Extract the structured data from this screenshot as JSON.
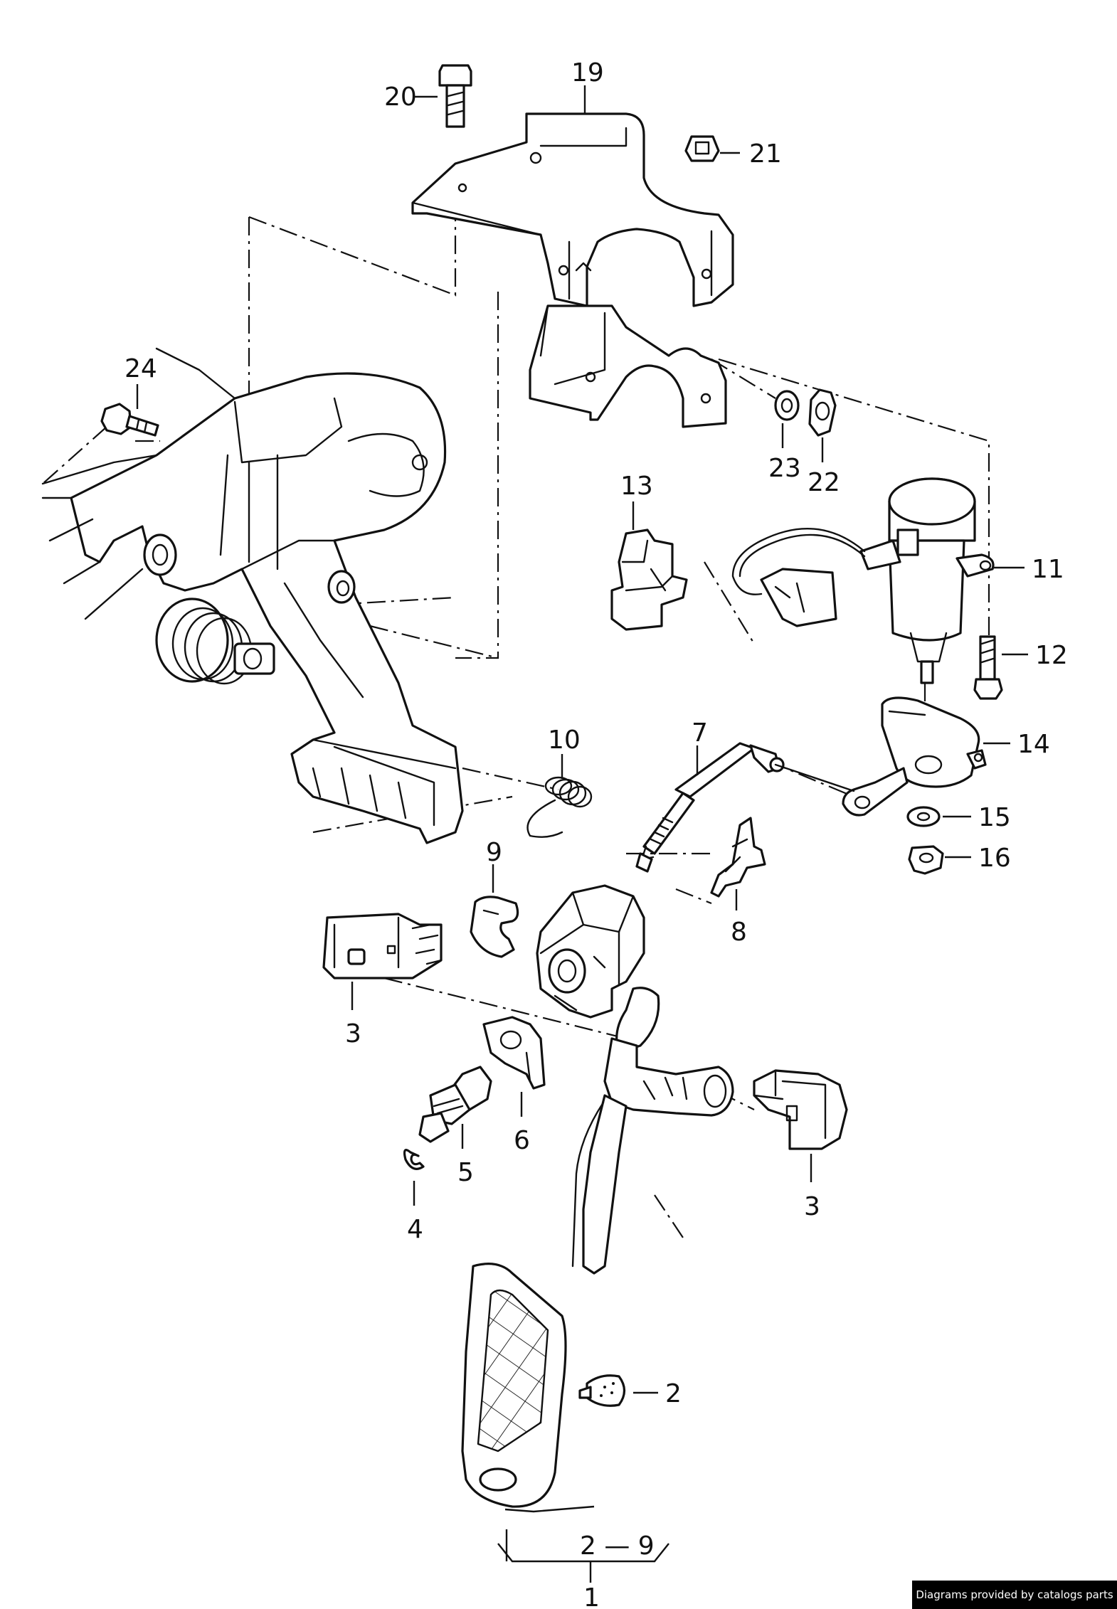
{
  "callouts": {
    "c1": "1",
    "c2": "2",
    "c2_9": "2 — 9",
    "c3a": "3",
    "c3b": "3",
    "c4": "4",
    "c5": "5",
    "c6": "6",
    "c7": "7",
    "c8": "8",
    "c9": "9",
    "c10": "10",
    "c11": "11",
    "c12": "12",
    "c13": "13",
    "c14": "14",
    "c15": "15",
    "c16": "16",
    "c19": "19",
    "c20": "20",
    "c21": "21",
    "c22": "22",
    "c23": "23",
    "c24": "24"
  },
  "footer": {
    "credit": "Diagrams provided by catalogs parts"
  }
}
